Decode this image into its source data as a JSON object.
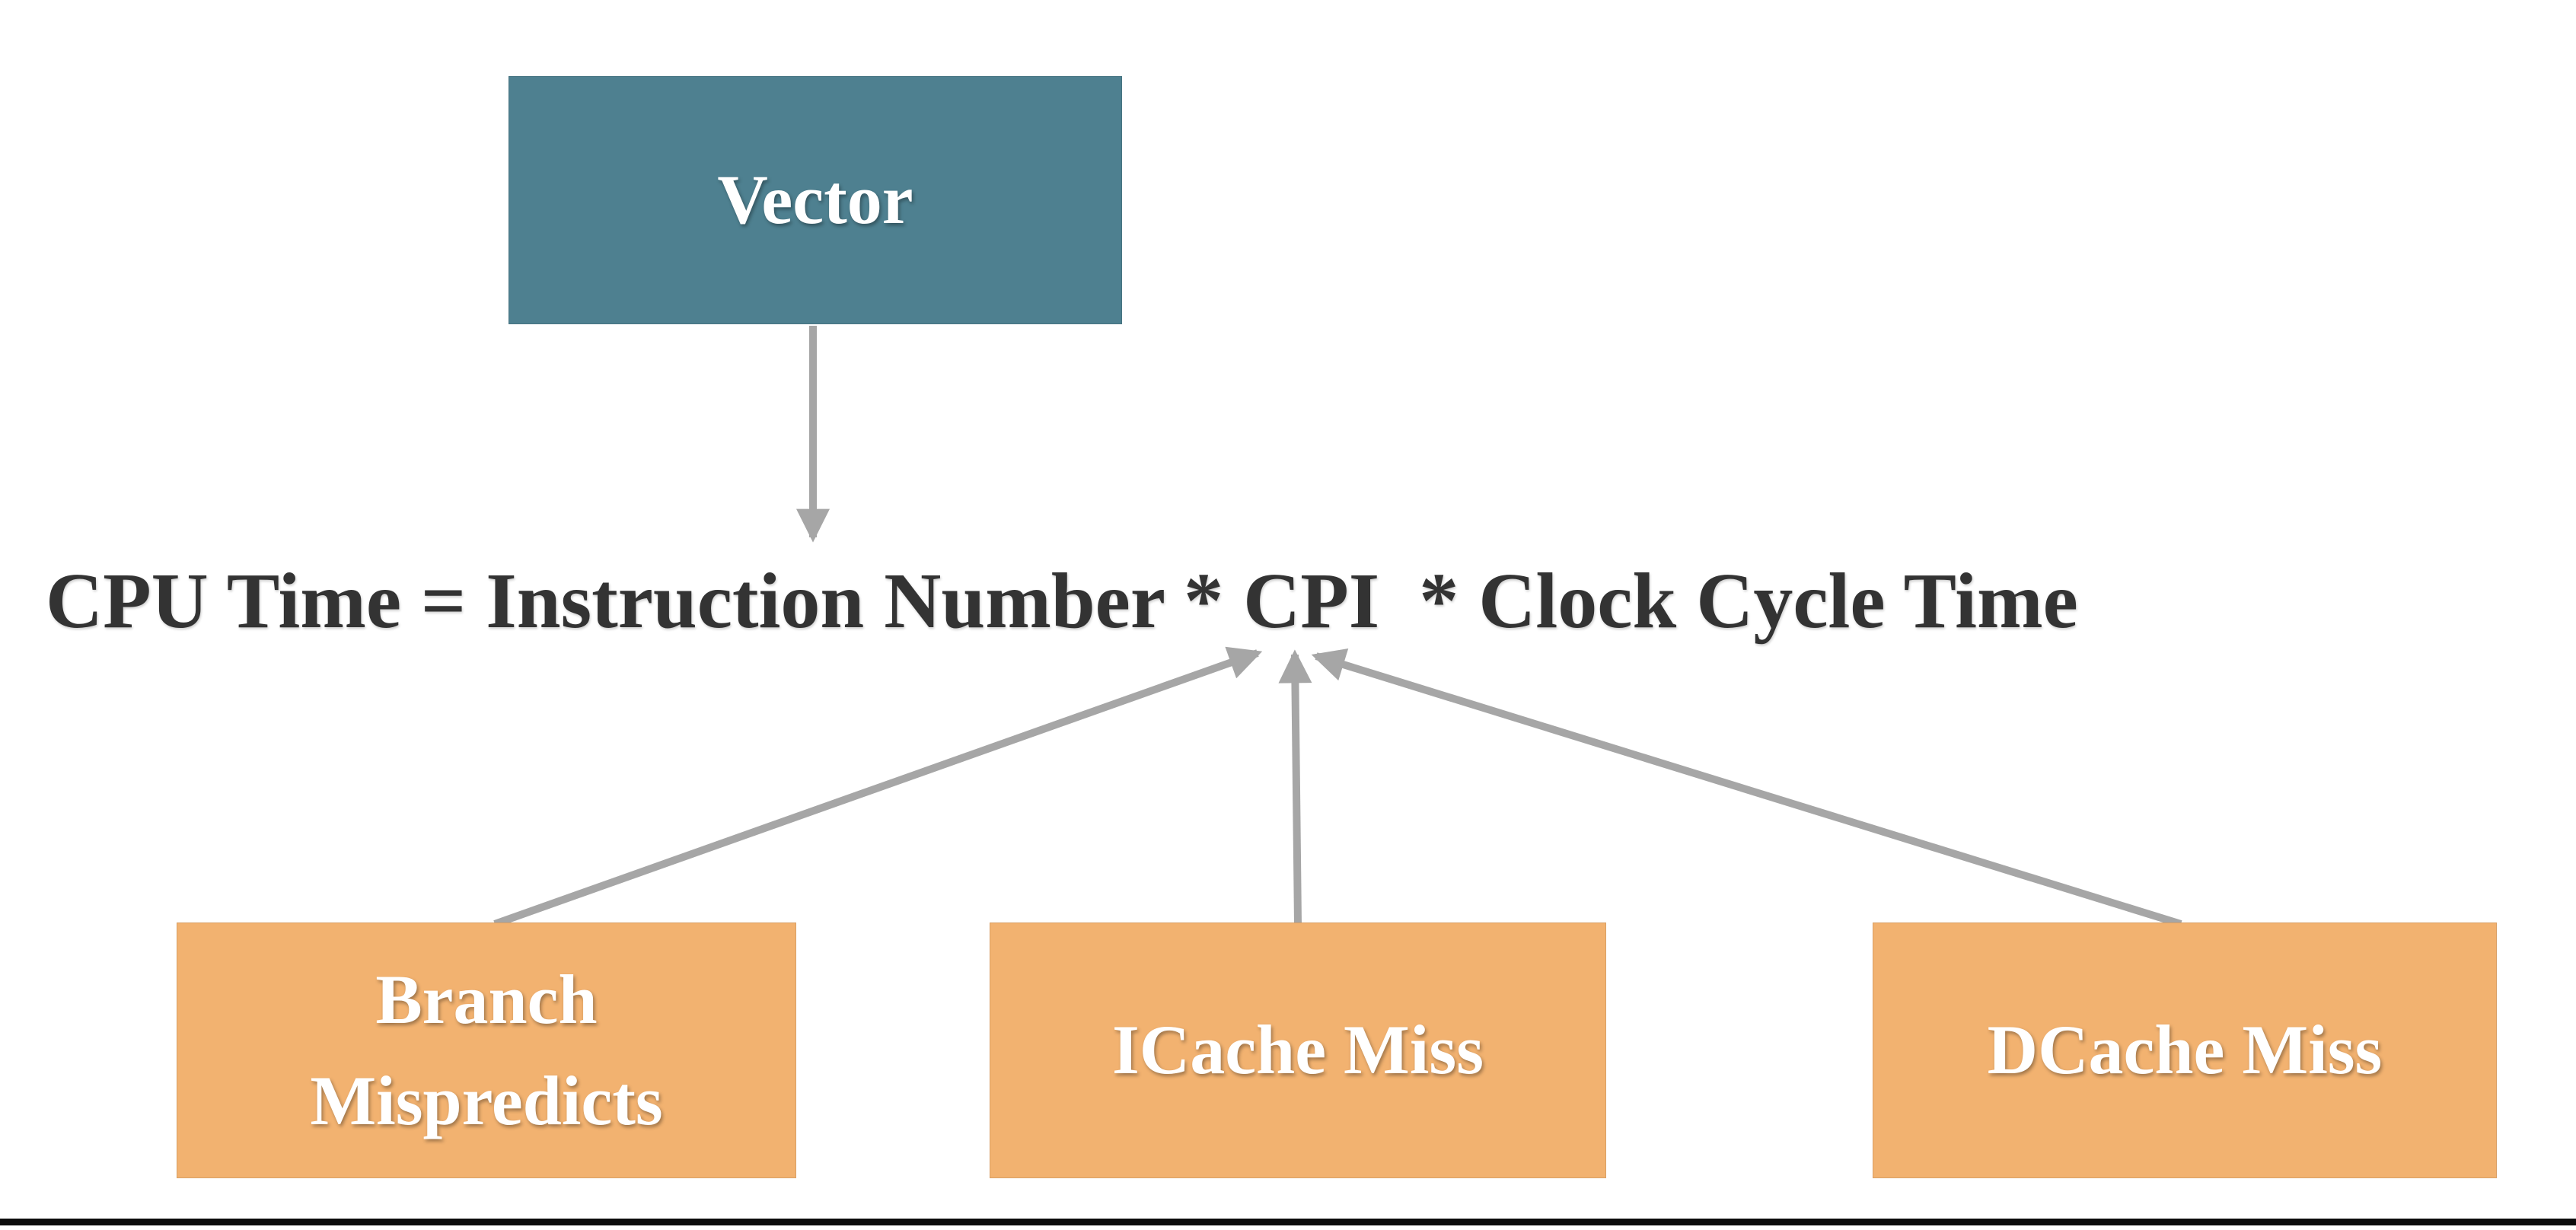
{
  "diagram": {
    "vector_box": {
      "label": "Vector"
    },
    "equation": {
      "text": "CPU Time = Instruction Number * CPI  * Clock Cycle Time"
    },
    "factor_boxes": [
      {
        "id": "branch-mispredicts",
        "label": "Branch Mispredicts"
      },
      {
        "id": "icache-miss",
        "label": "ICache Miss"
      },
      {
        "id": "dcache-miss",
        "label": "DCache Miss"
      }
    ],
    "edges": [
      {
        "from": "vector-box",
        "to": "equation"
      },
      {
        "from": "branch-mispredicts-box",
        "to": "equation-cpi-term"
      },
      {
        "from": "icache-miss-box",
        "to": "equation-cpi-term"
      },
      {
        "from": "dcache-miss-box",
        "to": "equation-cpi-term"
      }
    ],
    "colors": {
      "teal_box": "#4e8090",
      "orange_box": "#f2b270",
      "arrow": "#a6a6a6",
      "equation_text": "#333333",
      "box_text": "#ffffff",
      "bottom_rule": "#0c0c0c",
      "background": "#ffffff"
    }
  }
}
